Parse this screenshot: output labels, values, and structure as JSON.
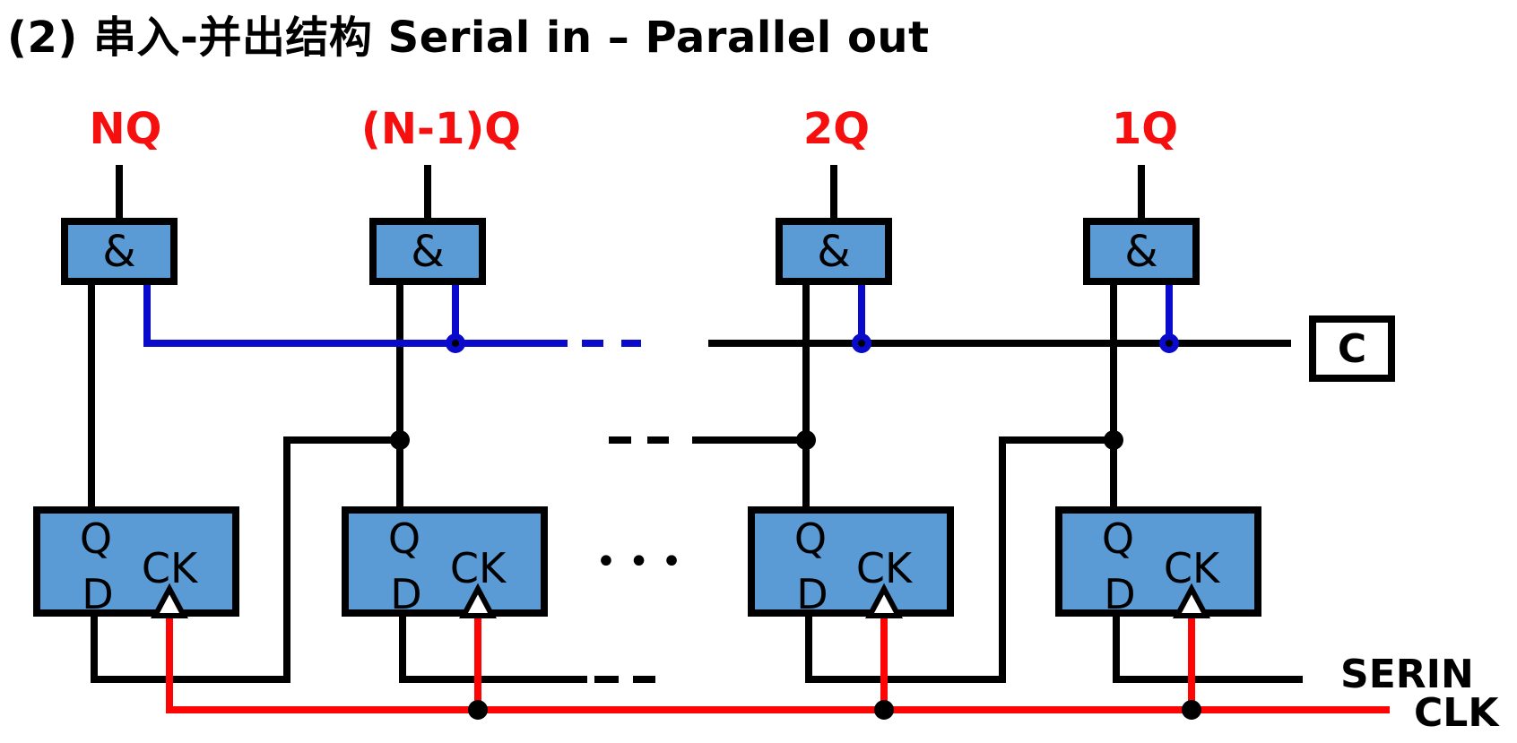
{
  "title": "(2) 串入-并出结构 Serial in – Parallel out",
  "stages": [
    {
      "label": "NQ"
    },
    {
      "label": "(N-1)Q"
    },
    {
      "label": "2Q"
    },
    {
      "label": "1Q"
    }
  ],
  "gate_symbol": "&",
  "flipflop_ports": {
    "q_label": "Q",
    "d_label": "D",
    "ck_label": "CK"
  },
  "io": {
    "c_label": "C",
    "serin_label": "SERIN",
    "clk_label": "CLK"
  },
  "ellipsis_symbol": "•••",
  "colors": {
    "wire_black": "#000000",
    "wire_blue": "#0a0acc",
    "wire_red": "#fe0505",
    "label_red": "#f50f0f",
    "box_fill": "#5b9bd5",
    "box_border": "#000000",
    "background": "#ffffff"
  }
}
